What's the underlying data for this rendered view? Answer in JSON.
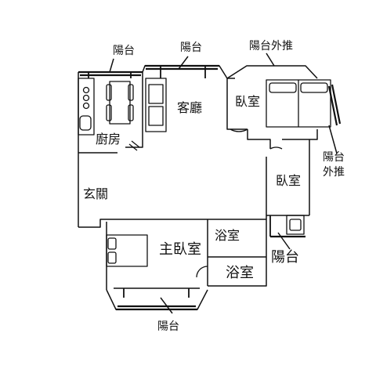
{
  "rooms": {
    "living_room": "客廳",
    "kitchen": "廚房",
    "entrance": "玄關",
    "bedroom_top": "臥室",
    "bedroom_mid": "臥室",
    "master_bedroom": "主臥室",
    "bathroom_upper": "浴室",
    "bathroom_lower": "浴室"
  },
  "balconies": {
    "kitchen": "陽台",
    "living": "陽台",
    "bedroom_ext": "陽台外推",
    "side_ext_line1": "陽台",
    "side_ext_line2": "外推",
    "small": "陽台",
    "bottom": "陽台"
  },
  "colors": {
    "line": "#111111",
    "background": "#ffffff"
  }
}
